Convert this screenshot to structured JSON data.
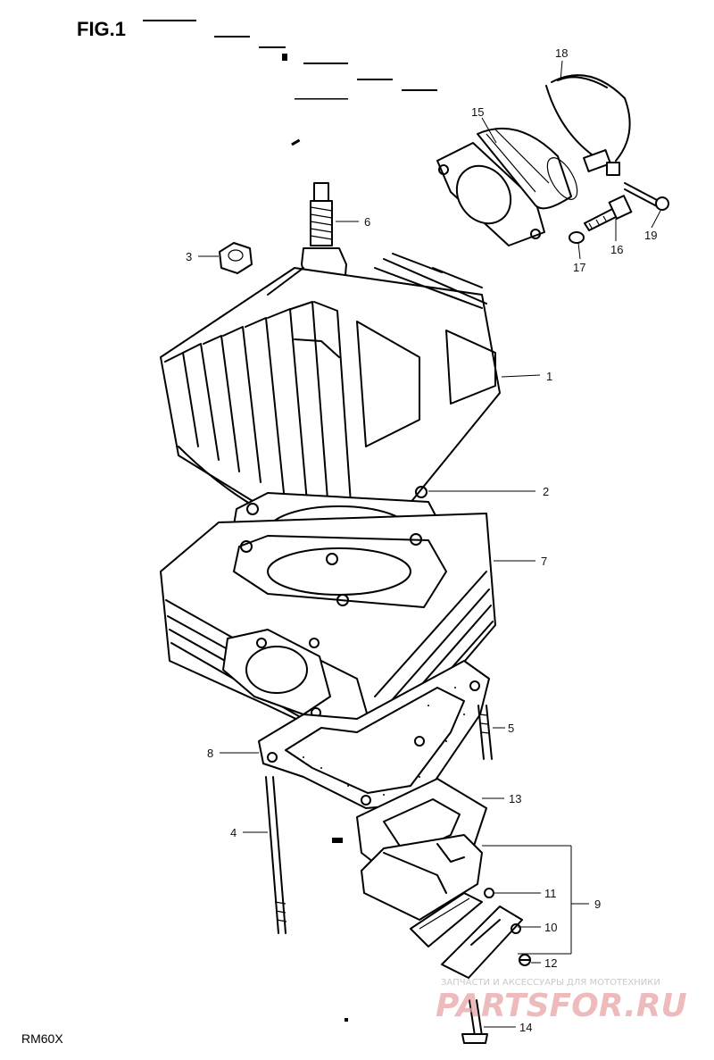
{
  "figure": {
    "title": "FIG.1",
    "model": "RM60X"
  },
  "parts": [
    {
      "no": "1"
    },
    {
      "no": "2"
    },
    {
      "no": "3"
    },
    {
      "no": "4"
    },
    {
      "no": "5"
    },
    {
      "no": "6"
    },
    {
      "no": "7"
    },
    {
      "no": "8"
    },
    {
      "no": "9"
    },
    {
      "no": "10"
    },
    {
      "no": "11"
    },
    {
      "no": "12"
    },
    {
      "no": "13"
    },
    {
      "no": "14"
    },
    {
      "no": "15"
    },
    {
      "no": "16"
    },
    {
      "no": "17"
    },
    {
      "no": "18"
    },
    {
      "no": "19"
    }
  ],
  "watermark": {
    "tagline": "ЗАПЧАСТИ И АКСЕССУАРЫ ДЛЯ МОТОТЕХНИКИ",
    "brand": "PARTSFOR.RU"
  },
  "colors": {
    "ink": "#000000",
    "background": "#ffffff",
    "watermark": "#e8a5a5"
  }
}
